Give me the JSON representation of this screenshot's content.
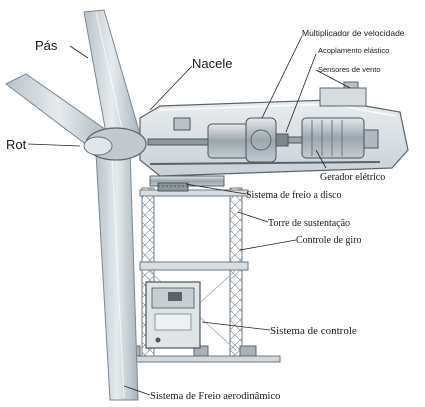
{
  "labels": {
    "pas": "Pás",
    "rotor": "Rot",
    "nacele": "Nacele",
    "multiplicador": "Multiplicador de velocidade",
    "acoplamento": "Acoplamento elástico",
    "sensores": "Sensores de vento",
    "gerador": "Gerador elétrico",
    "freio_disco": "Sistema de freio a disco",
    "torre": "Torre de sustentação",
    "giro": "Controle de giro",
    "controle": "Sistema de controle",
    "freio_aero": "Sistema de Freio aerodinâmico"
  }
}
